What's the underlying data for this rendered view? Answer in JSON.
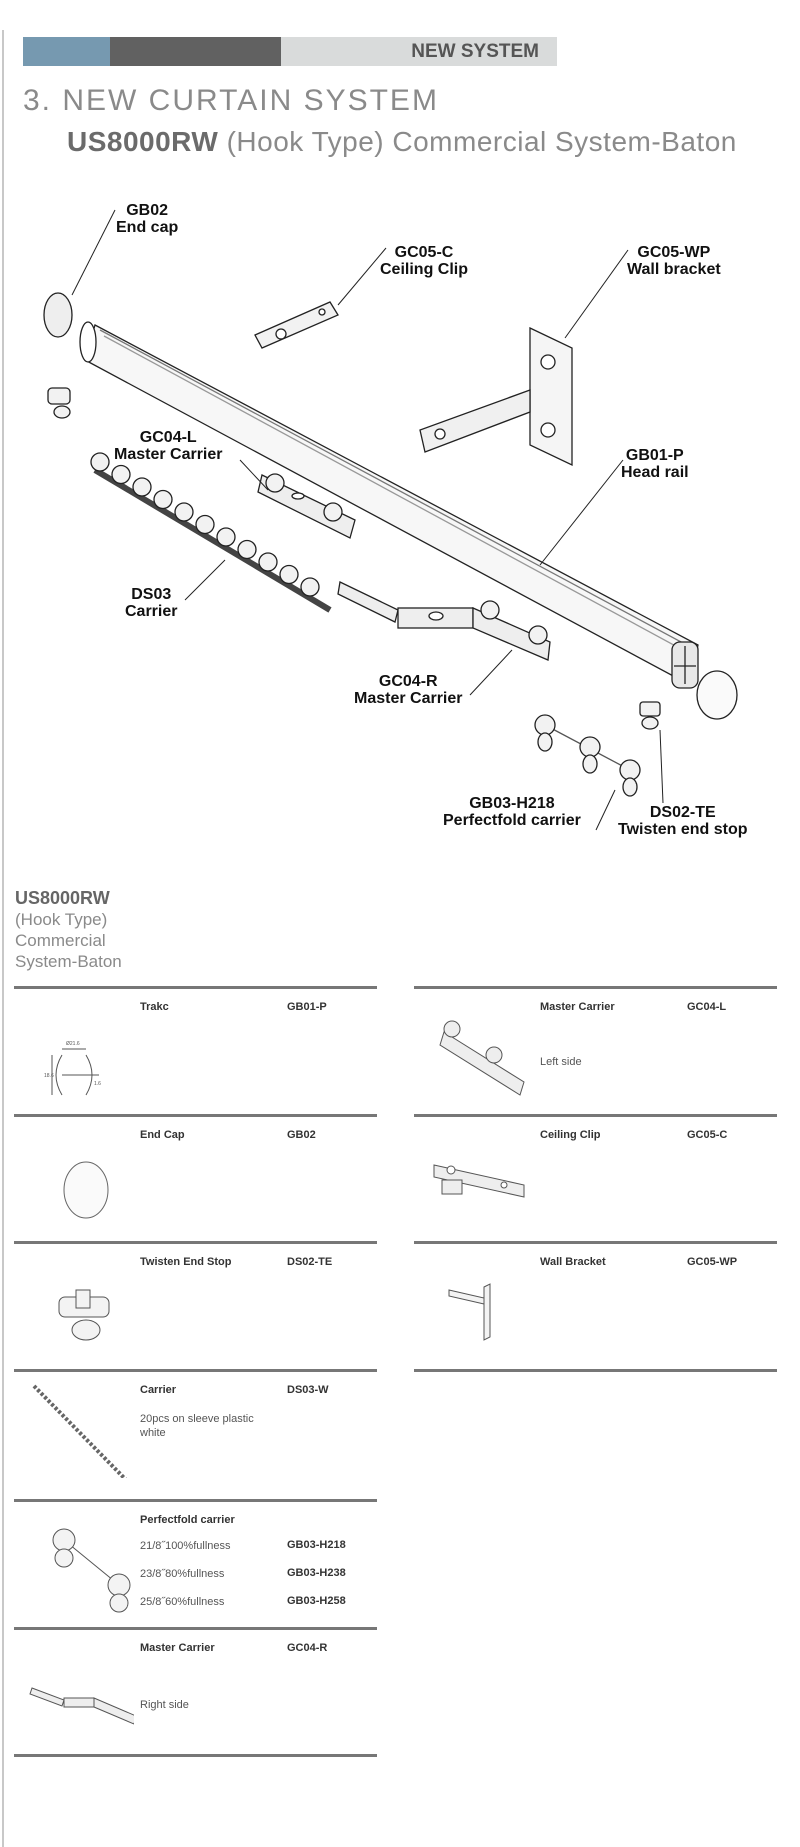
{
  "header": {
    "section_tag": "NEW SYSTEM",
    "title": "3. NEW CURTAIN SYSTEM",
    "model": "US8000RW",
    "subtitle": "(Hook Type) Commercial System-Baton"
  },
  "colors": {
    "blue": "#7699b0",
    "dark": "#616161",
    "light": "#d9dbdb"
  },
  "diagram": {
    "labels": [
      {
        "code": "GB02",
        "name": "End cap"
      },
      {
        "code": "GC05-C",
        "name": "Ceiling Clip"
      },
      {
        "code": "GC05-WP",
        "name": "Wall bracket"
      },
      {
        "code": "GC04-L",
        "name": "Master Carrier"
      },
      {
        "code": "GB01-P",
        "name": "Head rail"
      },
      {
        "code": "DS03",
        "name": "Carrier"
      },
      {
        "code": "GC04-R",
        "name": "Master Carrier"
      },
      {
        "code": "GB03-H218",
        "name": "Perfectfold carrier"
      },
      {
        "code": "DS02-TE",
        "name": "Twisten end stop"
      }
    ]
  },
  "side_title": {
    "model": "US8000RW",
    "line1": "(Hook Type)",
    "line2": "Commercial",
    "line3": "System-Baton"
  },
  "parts_left": [
    {
      "name": "Trakc",
      "code": "GB01-P",
      "dims": [
        "Ø21.6",
        "18.6",
        "1.6"
      ]
    },
    {
      "name": "End Cap",
      "code": "GB02"
    },
    {
      "name": "Twisten End Stop",
      "code": "DS02-TE"
    },
    {
      "name": "Carrier",
      "code": "DS03-W",
      "desc1": "20pcs on sleeve plastic",
      "desc2": "white"
    },
    {
      "name": "Perfectfold carrier",
      "variants": [
        {
          "desc": "21/8˝100%fullness",
          "code": "GB03-H218"
        },
        {
          "desc": "23/8˝80%fullness",
          "code": "GB03-H238"
        },
        {
          "desc": "25/8˝60%fullness",
          "code": "GB03-H258"
        }
      ]
    },
    {
      "name": "Master Carrier",
      "code": "GC04-R",
      "desc": "Right side"
    }
  ],
  "parts_right": [
    {
      "name": "Master Carrier",
      "code": "GC04-L",
      "desc": "Left side"
    },
    {
      "name": "Ceiling Clip",
      "code": "GC05-C"
    },
    {
      "name": "Wall Bracket",
      "code": "GC05-WP"
    }
  ]
}
